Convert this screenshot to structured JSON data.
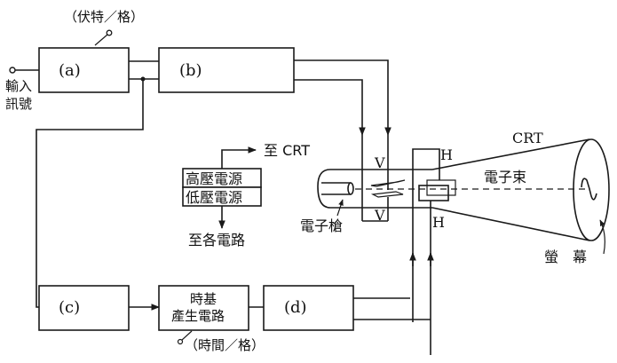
{
  "diagram": {
    "title_hint": "Oscilloscope block diagram",
    "blocks": {
      "a": "(a)",
      "b": "(b)",
      "c": "(c)",
      "d": "(d)",
      "timebase_line1": "時基",
      "timebase_line2": "產生電路",
      "hv_supply": "高壓電源",
      "lv_supply": "低壓電源"
    },
    "labels": {
      "volts_per_div": "（伏特／格）",
      "time_per_div": "（時間／格）",
      "input_signal_line1": "輸入",
      "input_signal_line2": "訊號",
      "to_crt": "至 CRT",
      "to_circuits": "至各電路",
      "electron_gun": "電子槍",
      "electron_beam": "電子束",
      "crt": "CRT",
      "screen": "螢　幕",
      "v_top": "V",
      "v_bottom": "V",
      "h_top": "H",
      "h_bottom": "H"
    }
  }
}
